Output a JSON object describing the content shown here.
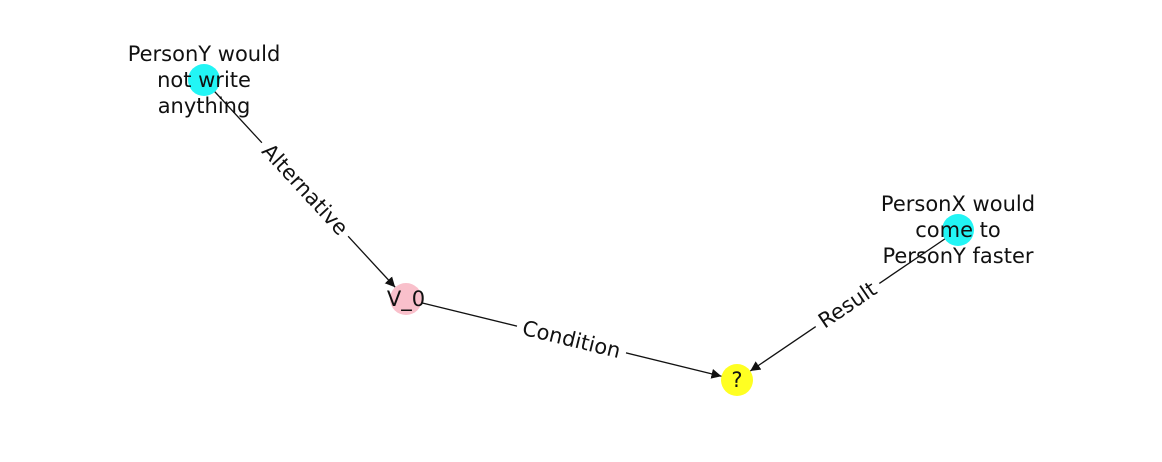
{
  "nodes": [
    {
      "id": "n_persony",
      "lines": [
        "PersonY would",
        "not write",
        "anything"
      ],
      "color": "#22F5F5"
    },
    {
      "id": "n_v0",
      "lines": [
        "V_0"
      ],
      "color": "#F9C0CB"
    },
    {
      "id": "n_q",
      "lines": [
        "?"
      ],
      "color": "#FFFF22"
    },
    {
      "id": "n_personx",
      "lines": [
        "PersonX would",
        "come to",
        "PersonY faster"
      ],
      "color": "#22F5F5"
    }
  ],
  "edges": [
    {
      "id": "e_alt",
      "from": "n_persony",
      "to": "n_v0",
      "label": "Alternative"
    },
    {
      "id": "e_cond",
      "from": "n_v0",
      "to": "n_q",
      "label": "Condition"
    },
    {
      "id": "e_res",
      "from": "n_personx",
      "to": "n_q",
      "label": "Result"
    }
  ]
}
